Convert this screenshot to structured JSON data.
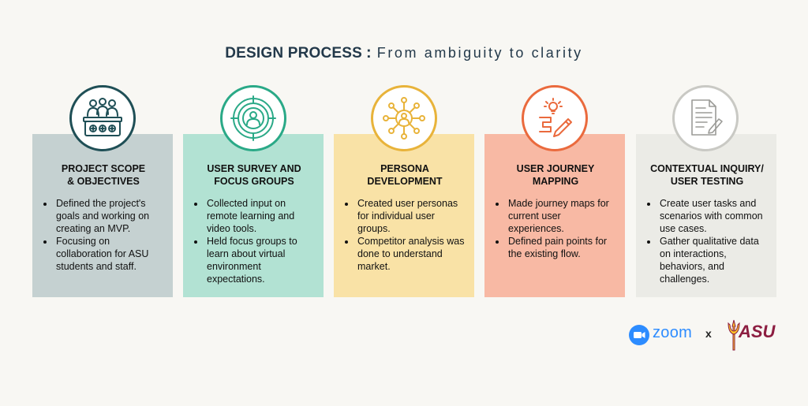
{
  "header": {
    "title": "DESIGN PROCESS",
    "separator": ":",
    "subtitle": "From ambiguity to clarity"
  },
  "cards": [
    {
      "title": "PROJECT SCOPE\n& OBJECTIVES",
      "bg": "#c5d1d1",
      "accent": "#1f4f56",
      "icon": "team-meeting-icon",
      "bullets": [
        "Defined the project's goals and working on creating an MVP.",
        "Focusing on collaboration for ASU students and staff."
      ]
    },
    {
      "title": "USER SURVEY AND\nFOCUS GROUPS",
      "bg": "#b2e2d3",
      "accent": "#2aa987",
      "icon": "user-target-icon",
      "bullets": [
        "Collected input on remote learning and video tools.",
        "Held focus groups to learn about virtual environment expectations."
      ]
    },
    {
      "title": "PERSONA\nDEVELOPMENT",
      "bg": "#f9e2a6",
      "accent": "#e8b33a",
      "icon": "persona-network-icon",
      "bullets": [
        "Created user personas for individual user groups.",
        "Competitor analysis was done to understand market."
      ]
    },
    {
      "title": "USER JOURNEY\nMAPPING",
      "bg": "#f8b9a4",
      "accent": "#ea6a3d",
      "icon": "journey-map-icon",
      "bullets": [
        "Made journey maps for current user experiences.",
        "Defined pain points for the existing flow."
      ]
    },
    {
      "title": "CONTEXTUAL INQUIRY/\nUSER TESTING",
      "bg": "#ebebe6",
      "accent": "#c9c9c4",
      "icon": "document-pen-icon",
      "bullets": [
        "Create user tasks and scenarios with common use cases.",
        "Gather qualitative data on interactions, behaviors, and challenges."
      ]
    }
  ],
  "logos": {
    "zoom": "zoom",
    "times": "x",
    "asu": "ASU",
    "zoom_color": "#2d8cff",
    "asu_color": "#8c1d40",
    "asu_gold": "#ffc627"
  }
}
